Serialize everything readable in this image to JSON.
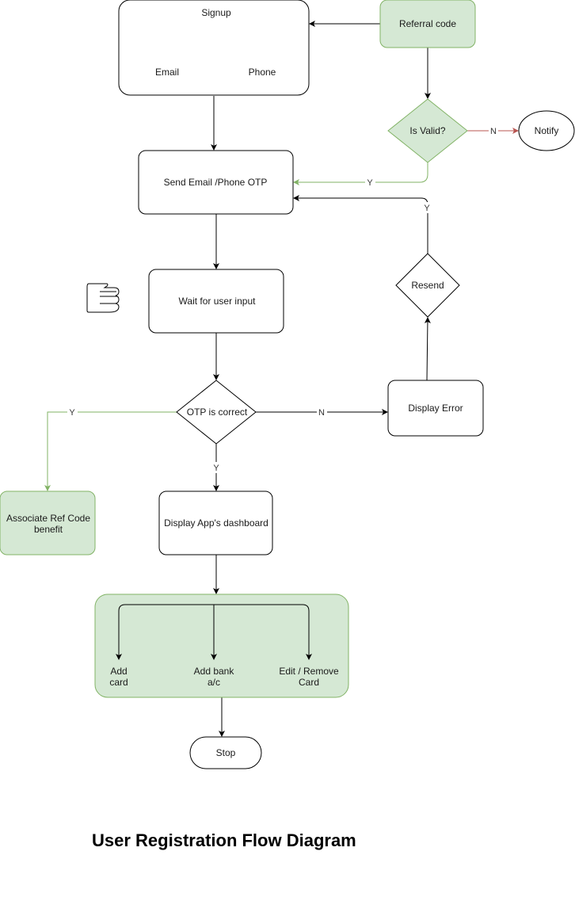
{
  "colors": {
    "green_fill": "#d5e8d4",
    "green_stroke": "#82b366",
    "red_edge": "#b85450",
    "black": "#000000"
  },
  "nodes": {
    "signup": "Signup",
    "email": "Email",
    "phone": "Phone",
    "referral_code": "Referral code",
    "is_valid": "Is Valid?",
    "notify": "Notify",
    "send_otp": "Send Email /Phone OTP",
    "wait_input": "Wait for user input",
    "resend": "Resend",
    "otp_correct": "OTP is correct",
    "display_error": "Display Error",
    "associate_ref": [
      "Associate Ref Code",
      "benefit"
    ],
    "dashboard": "Display App's dashboard",
    "add_card": [
      "Add",
      "card"
    ],
    "add_bank": [
      "Add bank",
      "a/c"
    ],
    "edit_card": [
      "Edit / Remove",
      "Card"
    ],
    "stop": "Stop"
  },
  "edge_labels": {
    "is_valid_no": "N",
    "is_valid_yes": "Y",
    "resend_yes": "Y",
    "otp_no": "N",
    "otp_yes_left": "Y",
    "otp_yes_down": "Y"
  },
  "icons": {
    "hand": "hand-icon"
  },
  "title": "User Registration Flow Diagram"
}
